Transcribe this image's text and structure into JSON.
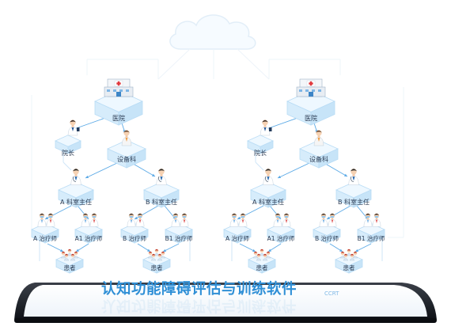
{
  "diagram": {
    "title": "认知功能障碍评估与训练软件",
    "subtitle": "CCRT",
    "groups": [
      {
        "hospital": "医院",
        "director": "院长",
        "equipment_dept": "设备科",
        "dept_a": "A 科室主任",
        "dept_b": "B 科室主任",
        "therapist_a": "A 治疗师",
        "therapist_a1": "A1 治疗师",
        "therapist_b": "B 治疗师",
        "therapist_b1": "B1 治疗师",
        "patients_a": "患者",
        "patients_b": "患者"
      },
      {
        "hospital": "医院",
        "director": "院长",
        "equipment_dept": "设备科",
        "dept_a": "A 科室主任",
        "dept_b": "B 科室主任",
        "therapist_a": "A 治疗师",
        "therapist_a1": "A1 治疗师",
        "therapist_b": "B 治疗师",
        "therapist_b1": "B1 治疗师",
        "patients_a": "患者",
        "patients_b": "患者"
      }
    ],
    "colors": {
      "title": "#2f8fd6",
      "cube": "#dff2ff",
      "cube_edge": "#b9dcf5",
      "line": "#5aa9e6",
      "line_light": "#cfe5f7",
      "scrub": "#ffffff",
      "device": "#1b1f27"
    },
    "icons": [
      "cloud-icon",
      "hospital-icon",
      "doctor-icon",
      "therapist-icon",
      "patients-icon"
    ]
  }
}
